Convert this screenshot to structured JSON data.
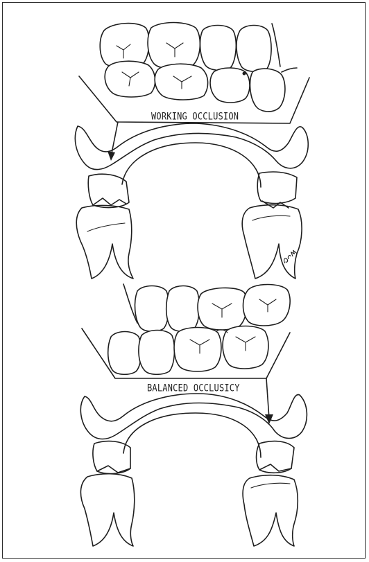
{
  "labels": {
    "working": "WORKING OCCLUSION",
    "balanced": "BALANCED OCCLUSICY"
  },
  "signature": "JCM",
  "colors": {
    "ink": "#1e1e1e",
    "paper": "#ffffff",
    "frame": "#2a2a2a"
  }
}
